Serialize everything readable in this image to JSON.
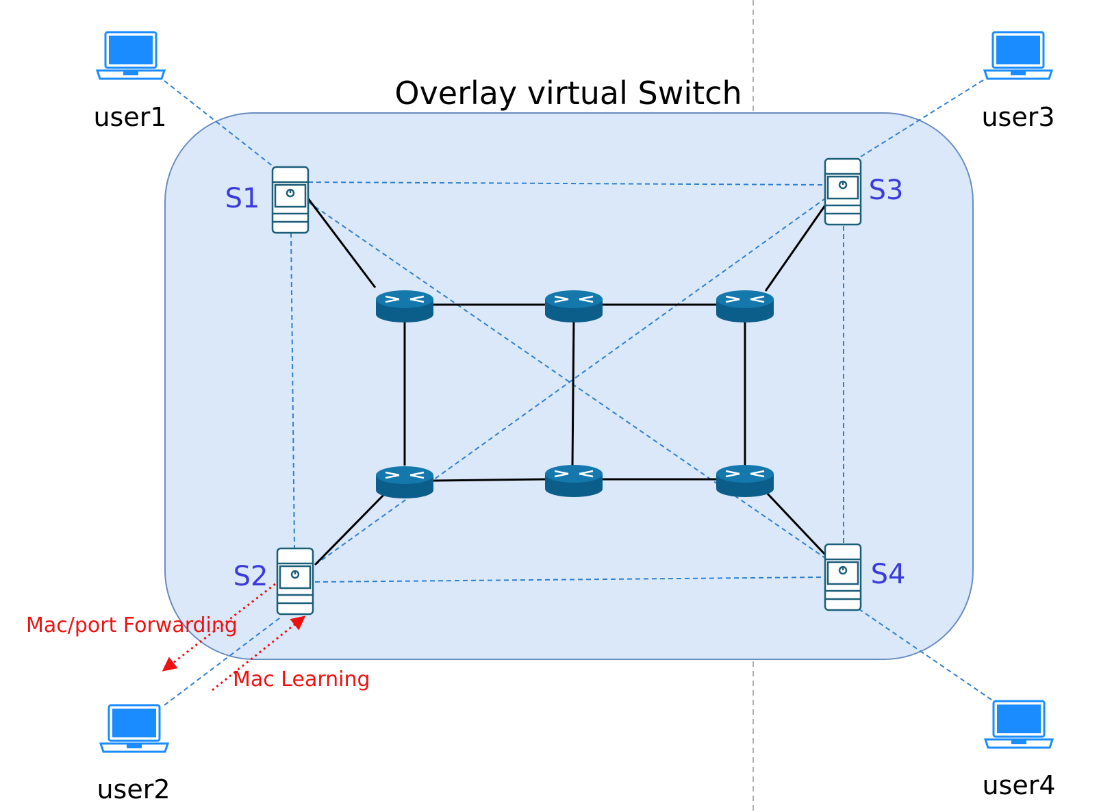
{
  "title": "Overlay virtual Switch",
  "colors": {
    "overlay_fill": "#dae8f9",
    "overlay_stroke": "#6a8cbf",
    "dashed_link": "#2f7fd0",
    "physical_link": "#000000",
    "router": "#0e6a9c",
    "server_stroke": "#1b5e78",
    "laptop": "#1a8cff",
    "switch_label": "#3b3bdb",
    "annotation": "#ee1111",
    "divider": "#b0b0b0"
  },
  "users": {
    "user1": "user1",
    "user2": "user2",
    "user3": "user3",
    "user4": "user4"
  },
  "switches": {
    "s1": "S1",
    "s2": "S2",
    "s3": "S3",
    "s4": "S4"
  },
  "annotations": {
    "forwarding": "Mac/port Forwarding",
    "learning": "Mac Learning"
  },
  "icons": {
    "laptop": "laptop-icon",
    "server": "server-icon",
    "router": "router-icon"
  }
}
